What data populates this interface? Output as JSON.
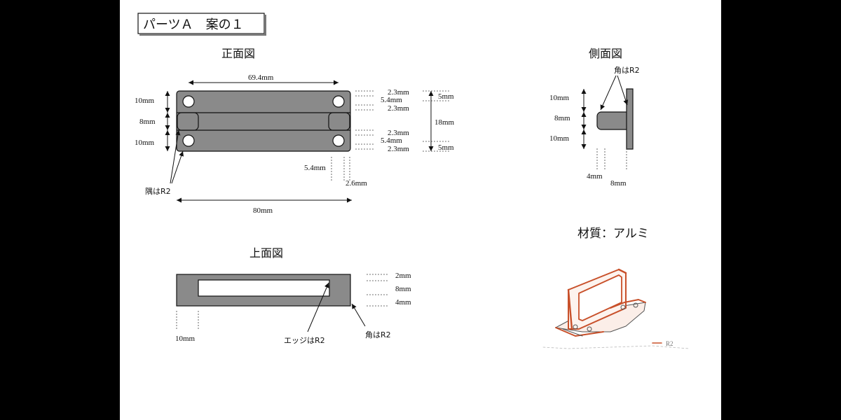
{
  "sheet": {
    "title": "パーツＡ　案の１",
    "material": "材質：アルミ",
    "colors": {
      "background": "#000000",
      "paper": "#ffffff",
      "part_fill": "#8a8a8a",
      "sketch_red": "#c8502a"
    }
  },
  "front_view": {
    "heading": "正面図",
    "dims": {
      "hole_pitch": "69.4mm",
      "overall_width": "80mm",
      "top_band": "10mm",
      "mid_band": "8mm",
      "bottom_band": "10mm",
      "top_a": "2.3mm",
      "top_b": "5.4mm",
      "top_c": "2.3mm",
      "top_5": "5mm",
      "total_18": "18mm",
      "bot_a": "2.3mm",
      "bot_b": "5.4mm",
      "bot_c": "2.3mm",
      "bot_5": "5mm",
      "hole_offset": "5.4mm",
      "hole_dia": "2.6mm",
      "corner_note": "隅はR2"
    }
  },
  "side_view": {
    "heading": "側面図",
    "corner_note": "角はR2",
    "dims": {
      "upper": "10mm",
      "mid": "8mm",
      "lower": "10mm",
      "depth_4": "4mm",
      "depth_8": "8mm"
    }
  },
  "top_view": {
    "heading": "上面図",
    "dims": {
      "d2": "2mm",
      "d8": "8mm",
      "d4": "4mm",
      "left": "10mm"
    },
    "edge_note": "エッジはR2",
    "corner_note": "角はR2"
  },
  "sketch": {
    "note": "R2"
  }
}
